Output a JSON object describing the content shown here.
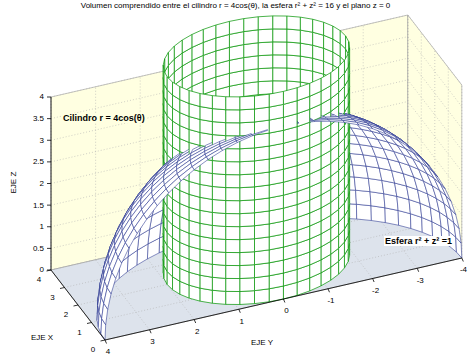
{
  "diagram": {
    "title": "Volumen comprendido entre el cilindro r = 4cos(θ), la esfera r² + z² = 16 y el plano z = 0",
    "labels": [
      "Cilindro r = 4cos(θ)",
      "Esfera r² + z² =1",
      "EJE Z",
      "EJE X",
      "EJE Y",
      "0",
      "0.5",
      "1",
      "1.5",
      "2",
      "2.5",
      "3",
      "3.5",
      "4",
      "0",
      "1",
      "2",
      "3",
      "4",
      "4",
      "3",
      "2",
      "1",
      "0",
      "-1",
      "-2",
      "-3",
      "-4"
    ]
  }
}
